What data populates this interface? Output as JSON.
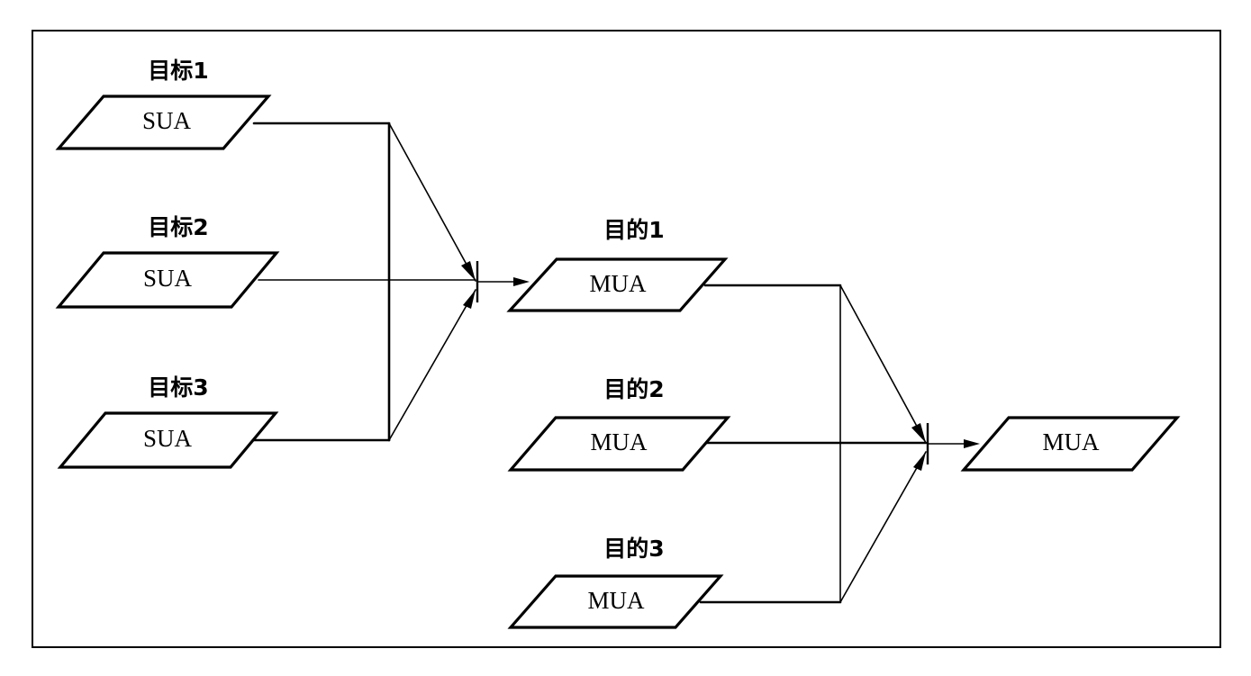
{
  "diagram": {
    "stage1": {
      "inputs": [
        {
          "caption": "目标1",
          "label": "SUA"
        },
        {
          "caption": "目标2",
          "label": "SUA"
        },
        {
          "caption": "目标3",
          "label": "SUA"
        }
      ],
      "output": {
        "caption": "目的1",
        "label": "MUA"
      }
    },
    "stage2": {
      "inputs": [
        {
          "caption": "目的2",
          "label": "MUA"
        },
        {
          "caption": "目的3",
          "label": "MUA"
        }
      ],
      "output": {
        "label": "MUA"
      }
    }
  }
}
